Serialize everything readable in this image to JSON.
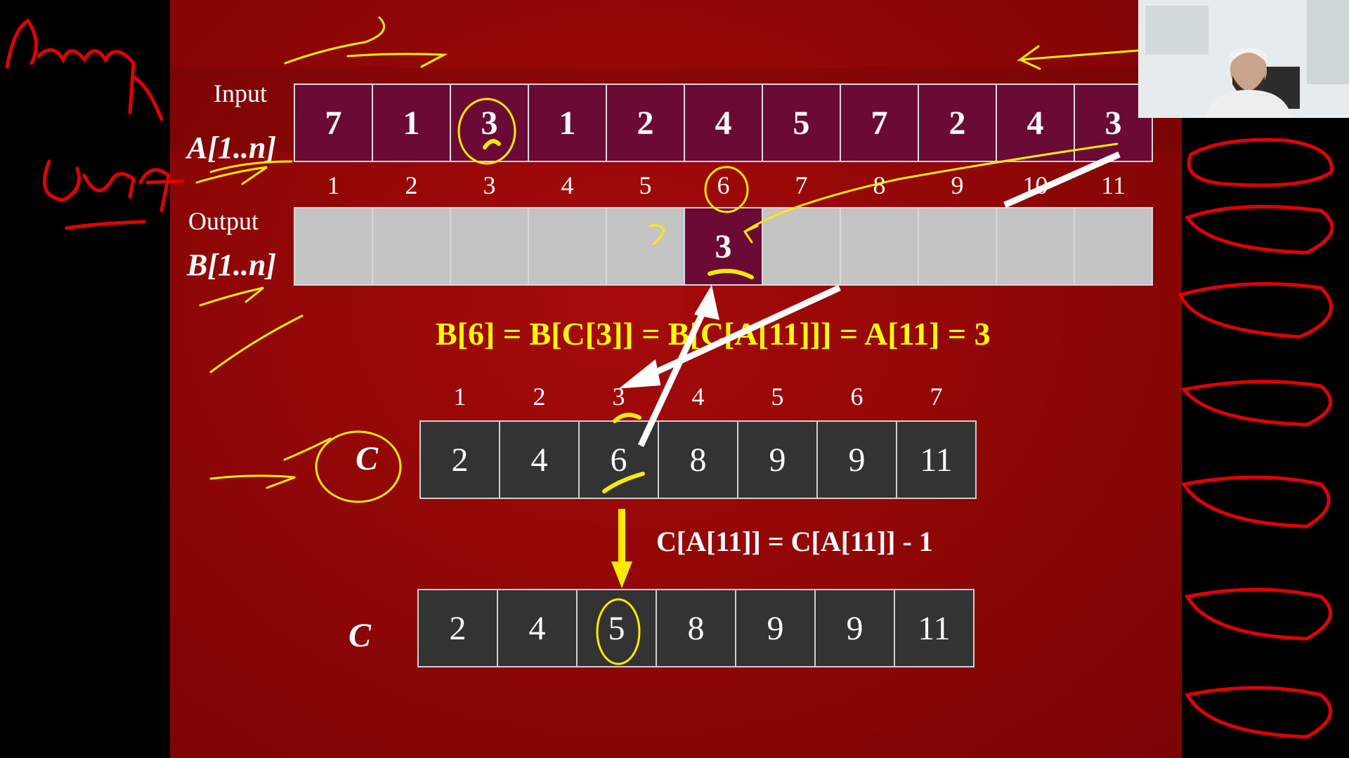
{
  "slide": {
    "input_label": "Input",
    "input_array_label": "A[1..n]",
    "output_label": "Output",
    "output_array_label": "B[1..n]",
    "input_values": [
      "7",
      "1",
      "3",
      "1",
      "2",
      "4",
      "5",
      "7",
      "2",
      "4",
      "3"
    ],
    "indices_top": [
      "1",
      "2",
      "3",
      "4",
      "5",
      "6",
      "7",
      "8",
      "9",
      "10",
      "11"
    ],
    "output_values": [
      "",
      "",
      "",
      "",
      "",
      "3",
      "",
      "",
      "",
      "",
      ""
    ],
    "equation_main": "B[6] = B[C[3]] = B[C[A[11]]] = A[11] = 3",
    "c_indices": [
      "1",
      "2",
      "3",
      "4",
      "5",
      "6",
      "7"
    ],
    "c_label": "C",
    "c_before": [
      "2",
      "4",
      "6",
      "8",
      "9",
      "9",
      "11"
    ],
    "c_update_equation": "C[A[11]] = C[A[11]] - 1",
    "c_after": [
      "2",
      "4",
      "5",
      "8",
      "9",
      "9",
      "11"
    ],
    "c_label_after": "C"
  },
  "colors": {
    "slide_bg": "#920707",
    "input_cell": "#6b0a35",
    "output_cell": "#c4c4c4",
    "c_cell": "#333333",
    "highlight_text": "#ffff00",
    "annotation_red": "#e00000",
    "annotation_yellow": "#ffeb00"
  },
  "webcam": {
    "icon": "presenter-video-icon"
  }
}
